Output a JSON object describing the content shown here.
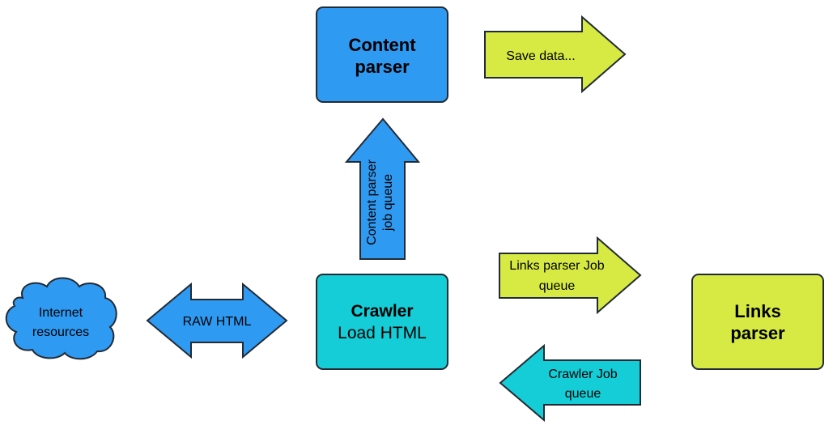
{
  "colors": {
    "blue": "#2f9af2",
    "cyan": "#15cdd6",
    "lime": "#d6ea43",
    "stroke": "#222b35"
  },
  "nodes": {
    "content_parser": {
      "line1": "Content",
      "line2": "parser"
    },
    "crawler": {
      "line1": "Crawler",
      "line2": "Load HTML"
    },
    "links_parser": {
      "line1": "Links",
      "line2": "parser"
    },
    "internet": {
      "line1": "Internet",
      "line2": "resources"
    }
  },
  "arrows": {
    "save_data": {
      "label": "Save data..."
    },
    "content_queue": {
      "line1": "Content parser",
      "line2": "job queue"
    },
    "raw_html": {
      "label": "RAW HTML"
    },
    "links_queue": {
      "line1": "Links parser Job",
      "line2": "queue"
    },
    "crawler_queue": {
      "line1": "Crawler Job",
      "line2": "queue"
    }
  }
}
